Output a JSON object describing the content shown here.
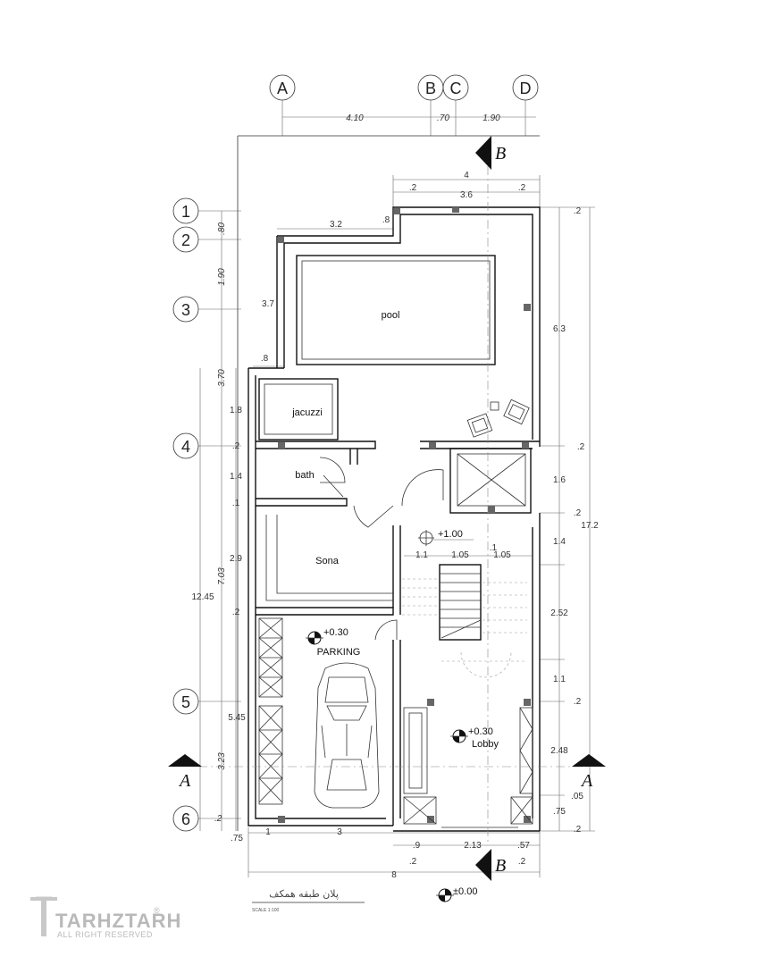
{
  "grid_cols": [
    "A",
    "B",
    "C",
    "D"
  ],
  "grid_rows": [
    "1",
    "2",
    "3",
    "4",
    "5",
    "6"
  ],
  "rooms": {
    "pool": "pool",
    "jacuzzi": "jacuzzi",
    "bath": "bath",
    "sona": "Sona",
    "parking": "PARKING",
    "lobby": "Lobby"
  },
  "levels": {
    "stair": "+1.00",
    "parking": "+0.30",
    "lobby": "+0.30",
    "ground": "±0.00"
  },
  "sections": {
    "a": "A",
    "b": "B"
  },
  "dims_top": {
    "ab": "4.10",
    "bc": ".70",
    "cd": "1.90",
    "overall": "4",
    "left_wall": ".2",
    "inner": "3.6",
    "right_wall": ".2",
    "pool_w": "3.2",
    "notch": ".8"
  },
  "dims_left": {
    "r12": ".80",
    "r23": "1.90",
    "r34": "3.70",
    "r45": "7.03",
    "r56": "3.23",
    "tail": ".2",
    "overall_a": "12.45",
    "overall_b": "5.45",
    "bottom": ".75"
  },
  "dims_inner_left": {
    "pool_h": "3.7",
    "step": ".8",
    "jacuzzi": "1.8",
    "w1": ".2",
    "bath": "1.4",
    "w2": ".1",
    "sona": "2.9",
    "w3": ".2"
  },
  "dims_right": {
    "top": ".2",
    "pool": "6.3",
    "w1": ".2",
    "elev": "1.6",
    "w2": ".2",
    "a": "1.4",
    "b": "2.52",
    "c": "1.1",
    "w3": ".2",
    "d": "2.48",
    "e": ".05",
    "f": ".75",
    "g": ".2",
    "overall": "17.2"
  },
  "dims_stair": {
    "a": "1.1",
    "b": "1.05",
    "c": ".1",
    "d": "1.05"
  },
  "dims_bottom": {
    "a": ".75",
    "b": "1",
    "c": "3",
    "d": ".9",
    "e": "2.13",
    "f": ".57",
    "g": ".2",
    "h": ".2",
    "overall": "8"
  },
  "plan_title": "پلان طبقه همکف",
  "scale_note": "SCALE 1:100",
  "watermark": {
    "brand": "TARHZTARH",
    "rights": "ALL RIGHT RESERVED",
    "mark": "®"
  }
}
